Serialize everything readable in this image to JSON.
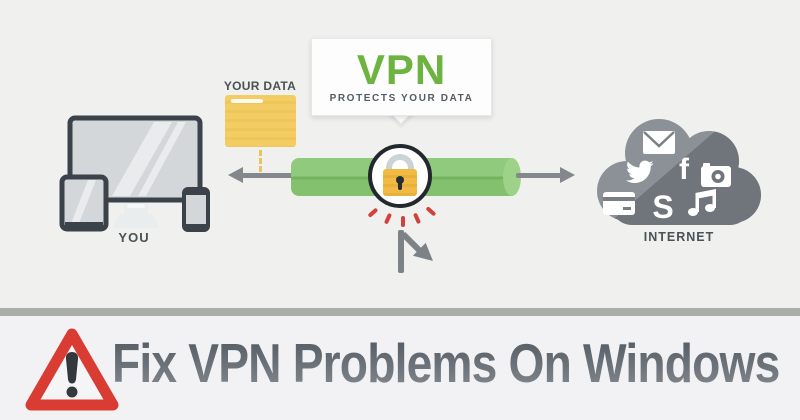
{
  "illustration": {
    "you": {
      "label": "YOU"
    },
    "your_data": {
      "label": "YOUR DATA"
    },
    "vpn_bubble": {
      "title": "VPN",
      "subtitle": "PROTECTS YOUR DATA"
    },
    "internet": {
      "label": "INTERNET"
    },
    "glyphs": {
      "facebook": "f",
      "skype": "S"
    },
    "cloud_icons": [
      "mail-icon",
      "twitter-icon",
      "facebook-icon",
      "camera-icon",
      "credit-card-icon",
      "skype-icon",
      "music-note-icon"
    ],
    "colors": {
      "vpn_green": "#6cb33f",
      "tunnel_green": "#8cc777",
      "lock_gold": "#efb844",
      "note_yellow": "#f3cd63",
      "cloud_gray_light": "#8b9196",
      "cloud_gray_dark": "#6f757b",
      "arrow_gray": "#84878c",
      "alert_red": "#d93c33"
    }
  },
  "banner": {
    "title": "Fix VPN Problems On Windows"
  }
}
